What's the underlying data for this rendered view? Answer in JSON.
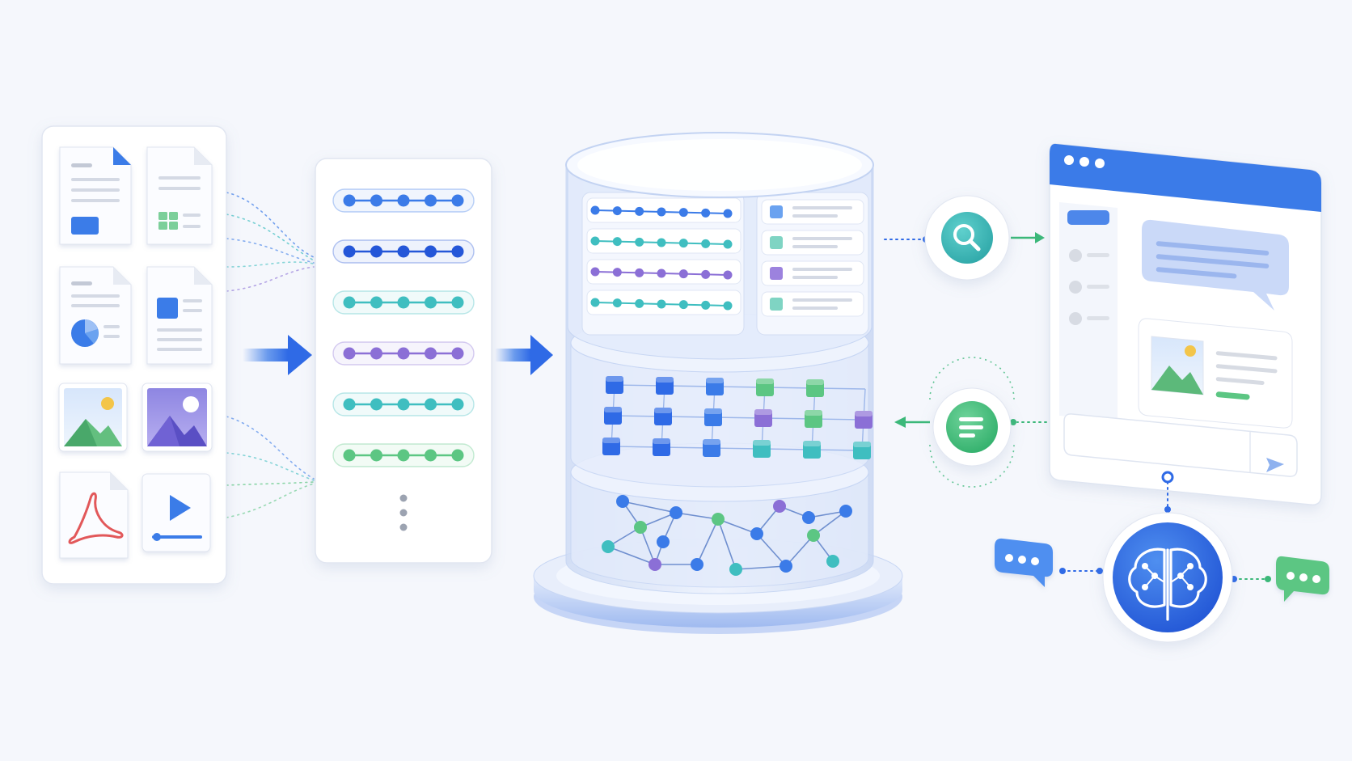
{
  "colors": {
    "background": "#f5f7fc",
    "blue": "#3b7be8",
    "deep_blue": "#2456d8",
    "teal": "#3fbec0",
    "purple": "#8b6fd6",
    "green": "#5cc683",
    "link_green": "#3bb879",
    "pdf_red": "#e2595a",
    "panel_border": "#dfe5f1"
  },
  "sources": {
    "items": [
      {
        "kind": "text-document",
        "icon": "text-document-icon"
      },
      {
        "kind": "spreadsheet-document",
        "icon": "spreadsheet-document-icon"
      },
      {
        "kind": "report-document",
        "icon": "pie-chart-document-icon"
      },
      {
        "kind": "image-document",
        "icon": "image-document-icon"
      },
      {
        "kind": "photo",
        "icon": "landscape-image-icon"
      },
      {
        "kind": "photo",
        "icon": "landscape-image-purple-icon"
      },
      {
        "kind": "pdf",
        "icon": "pdf-icon"
      },
      {
        "kind": "video",
        "icon": "video-play-icon"
      }
    ]
  },
  "chunks": {
    "rows": [
      {
        "color": "#3b7be8",
        "dots": 5
      },
      {
        "color": "#2456d8",
        "dots": 5
      },
      {
        "color": "#3fbec0",
        "dots": 5
      },
      {
        "color": "#8b6fd6",
        "dots": 5
      },
      {
        "color": "#3fbec0",
        "dots": 5
      },
      {
        "color": "#5cc683",
        "dots": 5
      }
    ],
    "more_icon": "vertical-ellipsis-icon"
  },
  "database": {
    "top_layer": {
      "vector_rows": [
        {
          "color": "#3b7be8",
          "dots": 7
        },
        {
          "color": "#3fbec0",
          "dots": 7
        },
        {
          "color": "#8b6fd6",
          "dots": 7
        },
        {
          "color": "#3fbec0",
          "dots": 7
        }
      ],
      "index_rows": [
        {
          "color": "#6aa2f0"
        },
        {
          "color": "#7fd4c3"
        },
        {
          "color": "#9c82de"
        },
        {
          "color": "#7fd4c3"
        }
      ]
    },
    "middle_layer": {
      "grid_cols": 6,
      "grid_rows": 3
    },
    "bottom_layer": {
      "node_count": 16
    }
  },
  "retrieval": {
    "search_icon": "search-icon",
    "result_icon": "document-list-icon"
  },
  "chat_window": {
    "window_dots": 3,
    "sidebar_items": 3,
    "send_icon": "send-icon"
  },
  "assistant": {
    "icon": "brain-network-icon",
    "left_bubble_icon": "chat-bubble-blue-icon",
    "right_bubble_icon": "chat-bubble-green-icon"
  }
}
